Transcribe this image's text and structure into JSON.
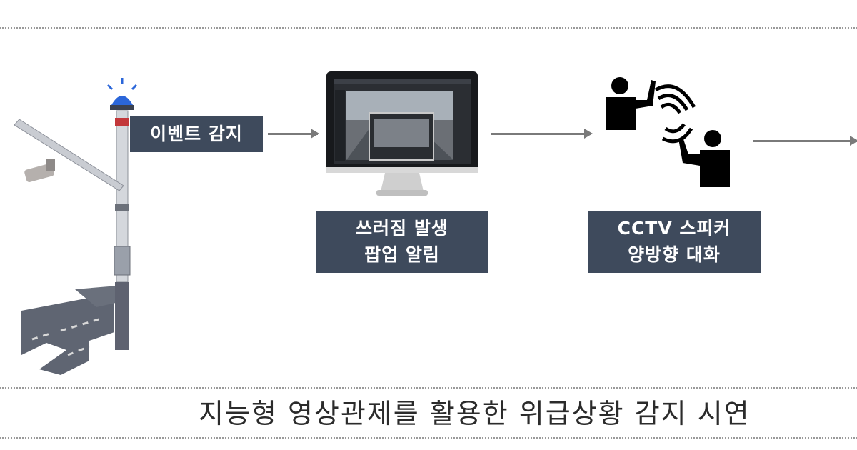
{
  "steps": [
    {
      "label": "이벤트 감지"
    },
    {
      "label_line1": "쓰러짐 발생",
      "label_line2": "팝업 알림"
    },
    {
      "label_line1": "CCTV 스피커",
      "label_line2": "양방향 대화"
    }
  ],
  "caption": "지능형 영상관제를 활용한 위급상황 감지 시연",
  "colors": {
    "box_bg": "#3e4a5c",
    "arrow": "#7a7a7a",
    "siren": "#2b66d9"
  },
  "icons": [
    "siren-icon",
    "cctv-camera-icon",
    "monitor-icon",
    "person-waving-icon",
    "person-talking-icon",
    "sound-wave-icon",
    "road-icon"
  ]
}
